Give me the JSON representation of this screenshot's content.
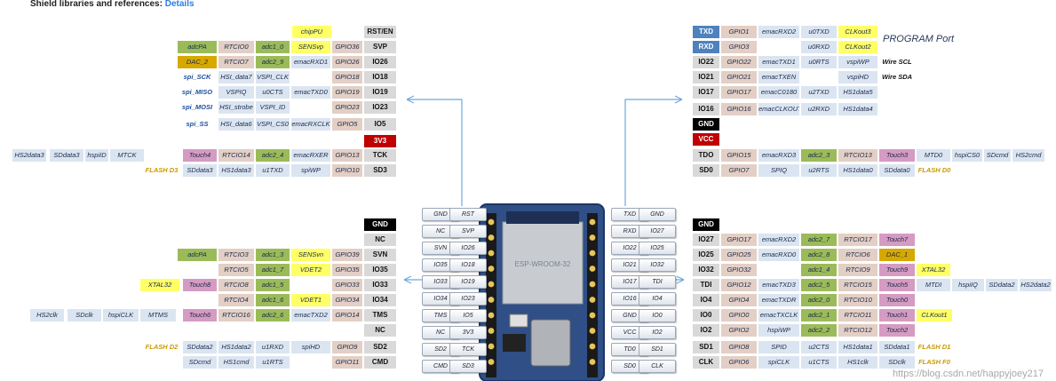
{
  "header": {
    "text": "Shield libraries and references:",
    "link": "Details"
  },
  "watermark": "https://blog.csdn.net/happyjoey217",
  "program_port_label": "PROGRAM Port",
  "colors": {
    "gpio": "#e3cfc5",
    "rtc": "#e3cfc5",
    "adc": "#9bbb59",
    "touch": "#d59bc2",
    "sens": "#ffff66",
    "dac": "#d7a800",
    "pin": "#d9d9d9",
    "func": "#dbe5f1",
    "uart": "#4f81bd",
    "gnd": "#000000",
    "power": "#c00000",
    "clk": "#ffff99"
  },
  "board": {
    "left_pins": [
      "GND",
      "NC",
      "SVN",
      "IO35",
      "IO33",
      "IO34",
      "TMS",
      "NC",
      "SD2",
      "CMD"
    ],
    "left_outer": [
      "RST",
      "SVP",
      "IO26",
      "IO18",
      "IO19",
      "IO23",
      "IO5",
      "3V3",
      "TCK",
      "SD3"
    ],
    "right_inner": [
      "TXD",
      "RXD",
      "IO22",
      "IO21",
      "IO17",
      "IO16",
      "GND",
      "VCC",
      "TD0",
      "SD0"
    ],
    "right_outer": [
      "GND",
      "IO27",
      "IO25",
      "IO32",
      "TDI",
      "IO4",
      "IO0",
      "IO2",
      "SD1",
      "CLK"
    ]
  }
}
